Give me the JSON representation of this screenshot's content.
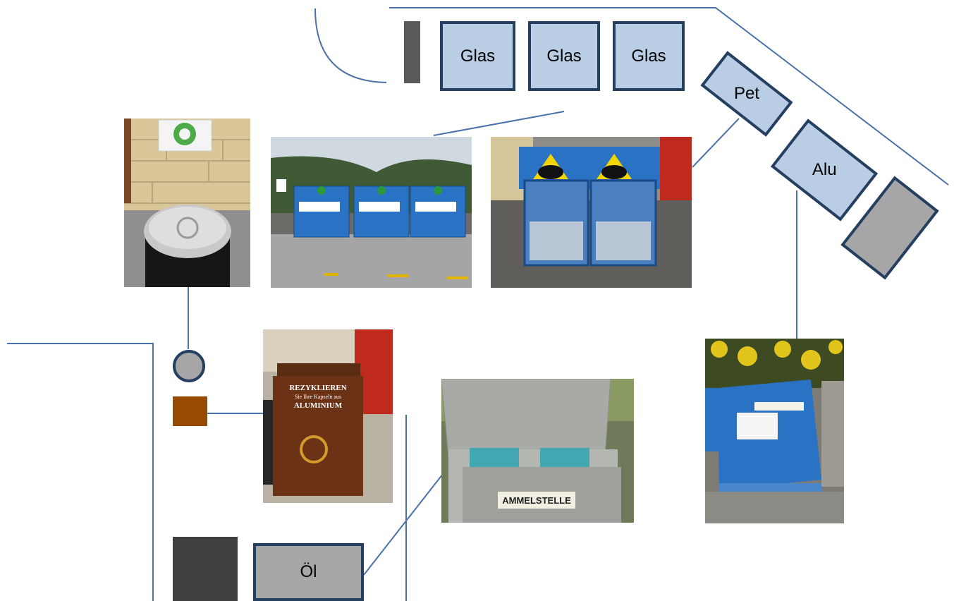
{
  "labels": {
    "glas_1": "Glas",
    "glas_2": "Glas",
    "glas_3": "Glas",
    "pet": "Pet",
    "alu": "Alu",
    "oel": "Öl"
  },
  "photo_text": {
    "coffee_bin_line1": "REZYKLIEREN",
    "coffee_bin_line2": "Sie Ihre Kapseln aus",
    "coffee_bin_line3": "ALUMINIUM",
    "oil_box_sign": "AMMELSTELLE"
  },
  "colors": {
    "line": "#4a72a8",
    "box_border": "#243f60",
    "box_light": "#b9cde5",
    "box_grey": "#a6a6a6",
    "box_dark": "#404040",
    "coffee_bin": "#964b00",
    "container_blue": "#2a72c4"
  },
  "icons": {
    "aluminium_marker": "circle-marker",
    "coffee_capsule_marker": "square-marker"
  }
}
